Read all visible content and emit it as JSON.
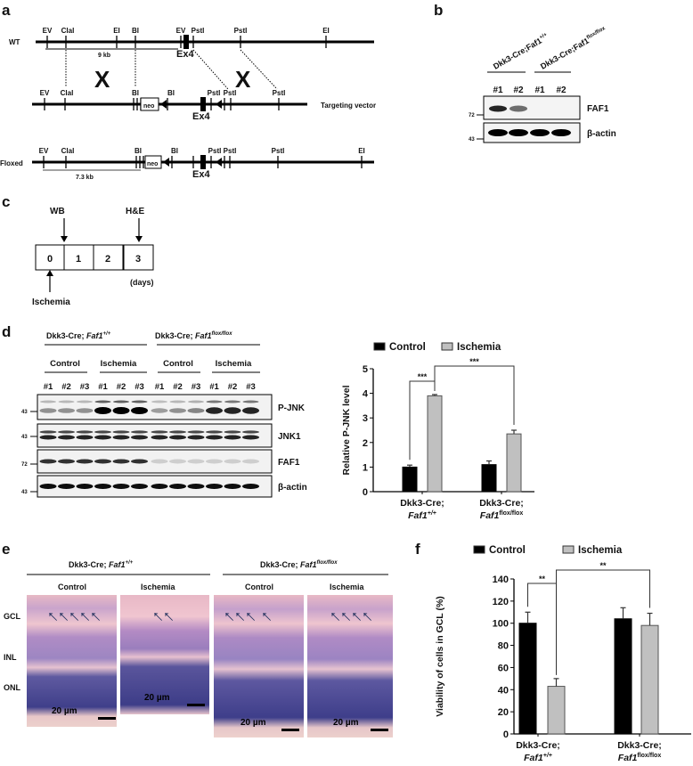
{
  "panels": {
    "a": "a",
    "b": "b",
    "c": "c",
    "d": "d",
    "e": "e",
    "f": "f"
  },
  "panel_a": {
    "rows": {
      "wt": "WT",
      "targeting": "Targeting vector",
      "floxed": "Floxed"
    },
    "wt_sites": [
      "EV",
      "ClaI",
      "EI",
      "BI",
      "EV",
      "PstI",
      "PstI",
      "EI"
    ],
    "targeting_sites": [
      "EV",
      "ClaI",
      "BI",
      "BI",
      "PstI",
      "PstI",
      "PstI"
    ],
    "floxed_sites": [
      "EV",
      "ClaI",
      "BI",
      "BI",
      "PstI",
      "PstI",
      "PstI",
      "EI"
    ],
    "exon": "Ex4",
    "neo": "neo",
    "wt_fragment": "9 kb",
    "floxed_fragment": "7.3 kb",
    "crossover": "X"
  },
  "panel_b": {
    "groups": [
      "Dkk3-Cre;Faf1",
      "+/+",
      "Dkk3-Cre;Faf1",
      "flox/flox"
    ],
    "lanes": [
      "#1",
      "#2",
      "#1",
      "#2"
    ],
    "blots": [
      "FAF1",
      "β-actin"
    ],
    "mw": [
      "72",
      "43"
    ],
    "faf1_band_intensity": [
      0.85,
      0.55,
      0,
      0
    ]
  },
  "panel_c": {
    "days": [
      "0",
      "1",
      "2",
      "3"
    ],
    "wb": "WB",
    "he": "H&E",
    "ischemia": "Ischemia",
    "unit": "(days)"
  },
  "panel_d_blot": {
    "genotype1": {
      "prefix": "Dkk3-Cre; ",
      "gene": "Faf1",
      "sup": "+/+"
    },
    "genotype2": {
      "prefix": "Dkk3-Cre; ",
      "gene": "Faf1",
      "sup": "flox/flox"
    },
    "conditions": [
      "Control",
      "Ischemia",
      "Control",
      "Ischemia"
    ],
    "lanes": [
      "#1",
      "#2",
      "#3",
      "#1",
      "#2",
      "#3",
      "#1",
      "#2",
      "#3",
      "#1",
      "#2",
      "#3"
    ],
    "blots": [
      "P-JNK",
      "JNK1",
      "FAF1",
      "β-actin"
    ],
    "mw": [
      "43",
      "43",
      "72",
      "43"
    ]
  },
  "chart_data": [
    {
      "type": "bar",
      "ylabel": "Relative P-JNK level",
      "ylim": [
        0,
        5
      ],
      "yticks": [
        "0",
        "1",
        "2",
        "3",
        "4",
        "5"
      ],
      "categories": [
        {
          "line1": "Dkk3-Cre;",
          "gene": "Faf1",
          "sup": "+/+"
        },
        {
          "line1": "Dkk3-Cre;",
          "gene": "Faf1",
          "sup": "flox/flox"
        }
      ],
      "series": [
        {
          "name": "Control",
          "color": "#000000",
          "values": [
            1.0,
            1.1
          ],
          "errors": [
            0.08,
            0.15
          ]
        },
        {
          "name": "Ischemia",
          "color": "#c0c0c0",
          "values": [
            3.9,
            2.35
          ],
          "errors": [
            0.05,
            0.15
          ]
        }
      ],
      "significance": [
        "***",
        "***"
      ],
      "legend": "top"
    },
    {
      "type": "bar",
      "ylabel": "Viability of cells in GCL (%)",
      "ylim": [
        0,
        140
      ],
      "yticks": [
        "0",
        "20",
        "40",
        "60",
        "80",
        "100",
        "120",
        "140"
      ],
      "categories": [
        {
          "line1": "Dkk3-Cre;",
          "gene": "Faf1",
          "sup": "+/+"
        },
        {
          "line1": "Dkk3-Cre;",
          "gene": "Faf1",
          "sup": "flox/flox"
        }
      ],
      "series": [
        {
          "name": "Control",
          "color": "#000000",
          "values": [
            100,
            104
          ],
          "errors": [
            10,
            10
          ]
        },
        {
          "name": "Ischemia",
          "color": "#c0c0c0",
          "values": [
            43,
            98
          ],
          "errors": [
            7,
            11
          ]
        }
      ],
      "significance": [
        "**",
        "**"
      ],
      "legend": "top"
    }
  ],
  "panel_e": {
    "genotype1": {
      "prefix": "Dkk3-Cre; ",
      "gene": "Faf1",
      "sup": "+/+"
    },
    "genotype2": {
      "prefix": "Dkk3-Cre; ",
      "gene": "Faf1",
      "sup": "flox/flox"
    },
    "conditions": [
      "Control",
      "Ischemia",
      "Control",
      "Ischemia"
    ],
    "layers": [
      "GCL",
      "INL",
      "ONL"
    ],
    "scale": "20 µm"
  }
}
